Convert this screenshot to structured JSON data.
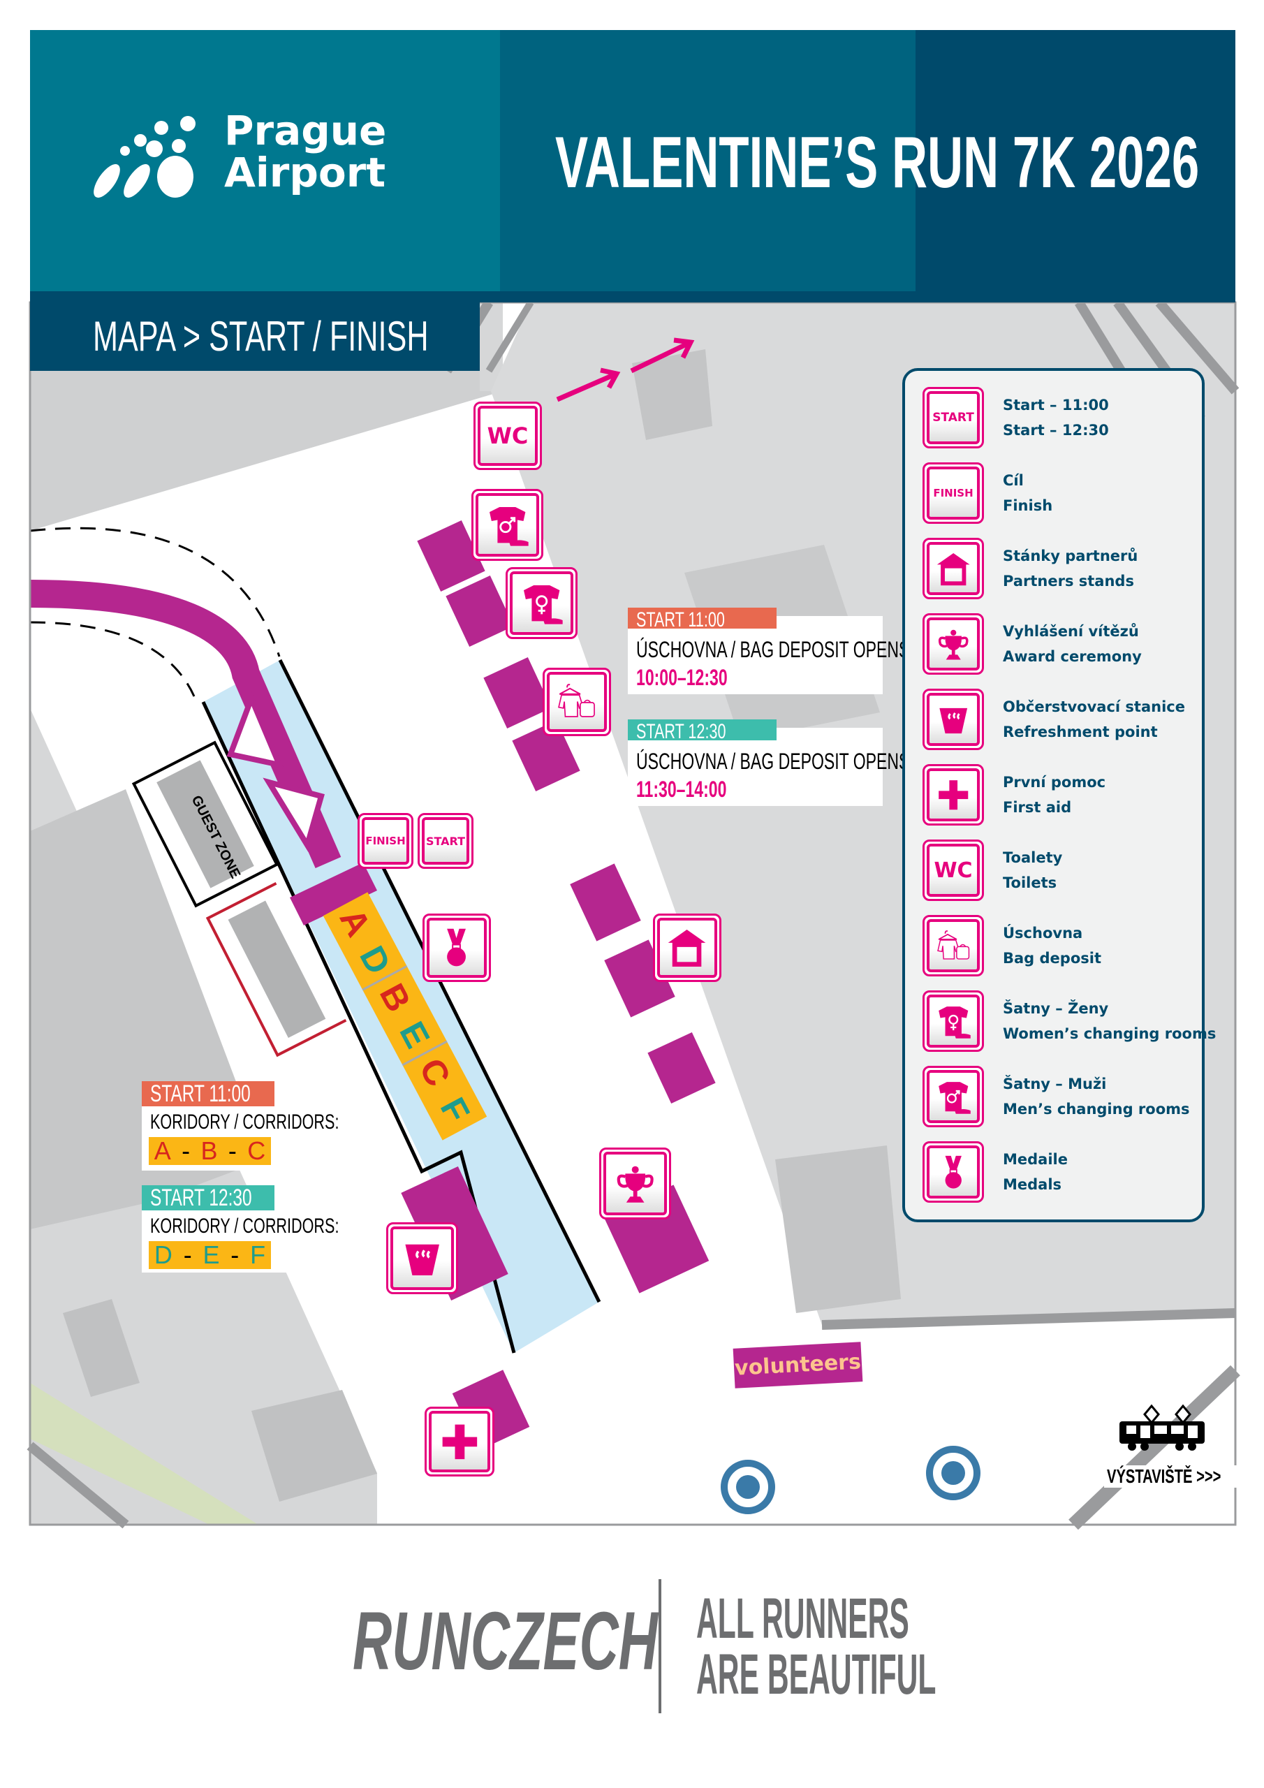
{
  "header": {
    "logo_line1": "Prague",
    "logo_line2": "Airport",
    "title": "VALENTINE’S RUN 7K 2026",
    "colors": {
      "band1": "#00788f",
      "band2": "#00637f",
      "band3": "#004a6b"
    }
  },
  "breadcrumb": "MAPA > START / FINISH",
  "bag_deposit": [
    {
      "tag": "START 11:00",
      "tag_color": "#e8694f",
      "label": "ÚSCHOVNA / BAG DEPOSIT OPENS",
      "time": "10:00–12:30"
    },
    {
      "tag": "START 12:30",
      "tag_color": "#3dbdac",
      "label": "ÚSCHOVNA / BAG DEPOSIT OPENS",
      "time": "11:30–14:00"
    }
  ],
  "corridors": [
    {
      "tag": "START 11:00",
      "label": "KORIDORY / CORRIDORS:",
      "letters": [
        "A",
        "-",
        "B",
        "-",
        "C"
      ]
    },
    {
      "tag": "START 12:30",
      "label": "KORIDORY / CORRIDORS:",
      "letters": [
        "D",
        "-",
        "E",
        "-",
        "F"
      ]
    }
  ],
  "map": {
    "guest_zone": "GUEST ZONE",
    "corridor_letters": [
      "A",
      "D",
      "B",
      "E",
      "C",
      "F"
    ],
    "finish_icon": "FINISH",
    "start_icon": "START",
    "wc_icon": "WC",
    "volunteers": "volunteers",
    "tram_stop": "VÝSTAVIŠTĚ >>>"
  },
  "legend": [
    {
      "icon": "start-icon",
      "glyph": "START",
      "line1": "Start – 11:00",
      "line2": "Start – 12:30"
    },
    {
      "icon": "finish-icon",
      "glyph": "FINISH",
      "line1": "Cíl",
      "line2": "Finish"
    },
    {
      "icon": "partners-stand-icon",
      "line1": "Stánky partnerů",
      "line2": "Partners stands"
    },
    {
      "icon": "trophy-icon",
      "line1": "Vyhlášení vítězů",
      "line2": "Award ceremony"
    },
    {
      "icon": "refreshment-icon",
      "line1": "Občerstvovací stanice",
      "line2": "Refreshment point"
    },
    {
      "icon": "first-aid-icon",
      "line1": "První pomoc",
      "line2": "First aid"
    },
    {
      "icon": "wc-icon",
      "glyph": "WC",
      "line1": "Toalety",
      "line2": "Toilets"
    },
    {
      "icon": "bag-deposit-icon",
      "line1": "Úschovna",
      "line2": "Bag deposit"
    },
    {
      "icon": "womens-changing-icon",
      "line1": "Šatny – Ženy",
      "line2": "Women’s changing rooms"
    },
    {
      "icon": "mens-changing-icon",
      "line1": "Šatny – Muži",
      "line2": "Men’s changing rooms"
    },
    {
      "icon": "medal-icon",
      "line1": "Medaile",
      "line2": "Medals"
    }
  ],
  "footer": {
    "brand": "RUNCZECH",
    "slogan_line1": "ALL RUNNERS",
    "slogan_line2": "ARE BEAUTIFUL"
  },
  "colors": {
    "pink": "#e6007e",
    "purple": "#b5268f",
    "corridor": "#c9e7f6",
    "navy": "#004a6b"
  }
}
